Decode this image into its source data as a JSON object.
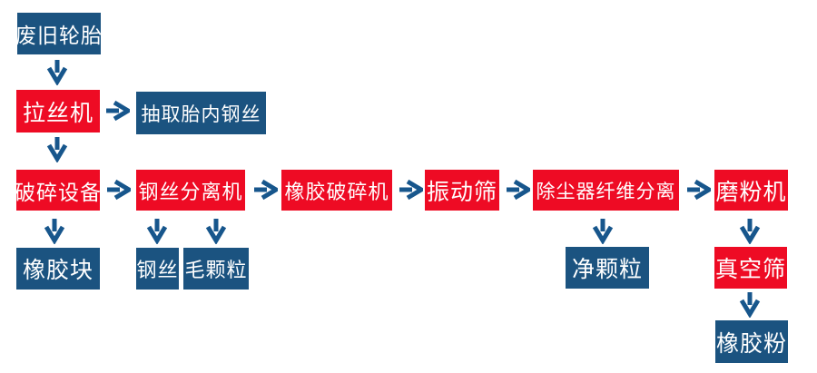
{
  "colors": {
    "process_red": "#EE0B24",
    "node_blue": "#1B5380",
    "arrow_blue": "#17568C",
    "text_white": "#FFFFFF",
    "page_bg": "#FFFFFF"
  },
  "flowchart": {
    "nodes": [
      {
        "id": "waste-tires",
        "label": "废旧轮胎",
        "color": "blue"
      },
      {
        "id": "wire-drawing-machine",
        "label": "拉丝机",
        "color": "red"
      },
      {
        "id": "extract-tire-steel-wire",
        "label": "抽取胎内钢丝",
        "color": "blue"
      },
      {
        "id": "crushing-equipment",
        "label": "破碎设备",
        "color": "red"
      },
      {
        "id": "steel-wire-separator",
        "label": "钢丝分离机",
        "color": "red"
      },
      {
        "id": "rubber-crusher",
        "label": "橡胶破碎机",
        "color": "red"
      },
      {
        "id": "vibrating-screen",
        "label": "振动筛",
        "color": "red"
      },
      {
        "id": "dust-collector-fiber-separation",
        "label": "除尘器纤维分离",
        "color": "red"
      },
      {
        "id": "grinding-machine",
        "label": "磨粉机",
        "color": "red"
      },
      {
        "id": "rubber-blocks",
        "label": "橡胶块",
        "color": "blue"
      },
      {
        "id": "steel-wire",
        "label": "钢丝",
        "color": "blue"
      },
      {
        "id": "rough-granules",
        "label": "毛颗粒",
        "color": "blue"
      },
      {
        "id": "clean-granules",
        "label": "净颗粒",
        "color": "blue"
      },
      {
        "id": "vacuum-screen",
        "label": "真空筛",
        "color": "red"
      },
      {
        "id": "rubber-powder",
        "label": "橡胶粉",
        "color": "blue"
      }
    ],
    "edges": [
      {
        "from": "废旧轮胎",
        "to": "拉丝机",
        "direction": "down"
      },
      {
        "from": "拉丝机",
        "to": "抽取胎内钢丝",
        "direction": "right"
      },
      {
        "from": "拉丝机",
        "to": "破碎设备",
        "direction": "down"
      },
      {
        "from": "破碎设备",
        "to": "橡胶块",
        "direction": "down"
      },
      {
        "from": "破碎设备",
        "to": "钢丝分离机",
        "direction": "right"
      },
      {
        "from": "钢丝分离机",
        "to": "钢丝",
        "direction": "down"
      },
      {
        "from": "钢丝分离机",
        "to": "毛颗粒",
        "direction": "down"
      },
      {
        "from": "钢丝分离机",
        "to": "橡胶破碎机",
        "direction": "right"
      },
      {
        "from": "橡胶破碎机",
        "to": "振动筛",
        "direction": "right"
      },
      {
        "from": "振动筛",
        "to": "除尘器纤维分离",
        "direction": "right"
      },
      {
        "from": "除尘器纤维分离",
        "to": "净颗粒",
        "direction": "down"
      },
      {
        "from": "除尘器纤维分离",
        "to": "磨粉机",
        "direction": "right"
      },
      {
        "from": "磨粉机",
        "to": "真空筛",
        "direction": "down"
      },
      {
        "from": "真空筛",
        "to": "橡胶粉",
        "direction": "down"
      }
    ]
  }
}
